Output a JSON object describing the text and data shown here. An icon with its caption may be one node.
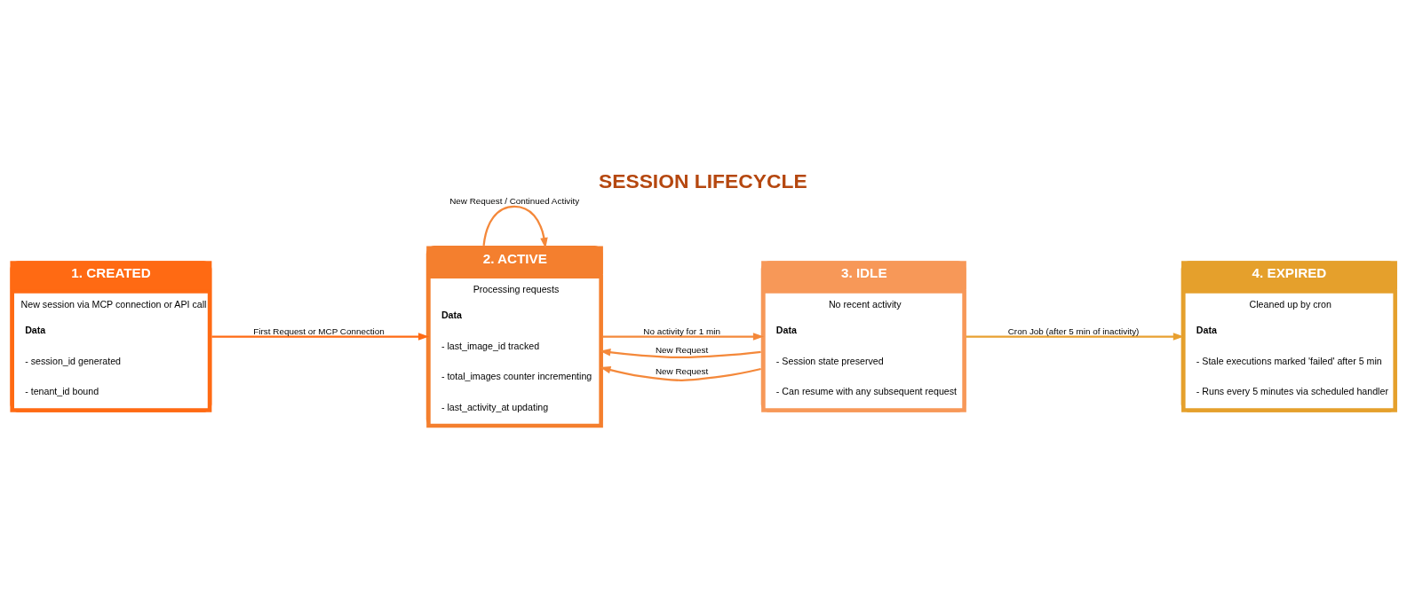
{
  "diagram": {
    "title": "SESSION LIFECYCLE",
    "nodes": [
      {
        "text": [
          "1. CREATED",
          "New session via MCP connection or API call",
          "Data",
          "- session_id generated",
          "- tenant_id bound"
        ]
      },
      {
        "text": [
          "2. ACTIVE",
          "Processing requests",
          "Data",
          "- last_image_id tracked",
          "- total_images counter incrementing",
          "- last_activity_at updating"
        ]
      },
      {
        "text": [
          "3. IDLE",
          "No recent activity",
          "Data",
          "- Session state preserved",
          "- Can resume with any subsequent request"
        ]
      },
      {
        "text": [
          "4. EXPIRED",
          "Cleaned up by cron",
          "Data",
          "- Stale executions marked 'failed' after 5 min",
          "- Runs every 5 minutes via scheduled handler"
        ]
      }
    ],
    "edges": [
      {
        "from": 0,
        "to": 1,
        "arrow": "to",
        "label": "First Request or MCP Connection",
        "color": "#ff6a13"
      },
      {
        "from": 1,
        "to": 1,
        "arrow": "to",
        "label": "New Request / Continued Activity"
      },
      {
        "from": 1,
        "to": 2,
        "arrow": "to",
        "label": "No activity for 1 min"
      },
      {
        "from": 2,
        "to": 1,
        "arrow": "to",
        "label": "New Request"
      },
      {
        "from": 2,
        "to": 1,
        "arrow": "to",
        "label": "New Request"
      },
      {
        "from": 2,
        "to": 3,
        "arrow": "to",
        "label": "Cron Job (after 5 min of inactivity)",
        "color": "#e8a030"
      }
    ]
  }
}
